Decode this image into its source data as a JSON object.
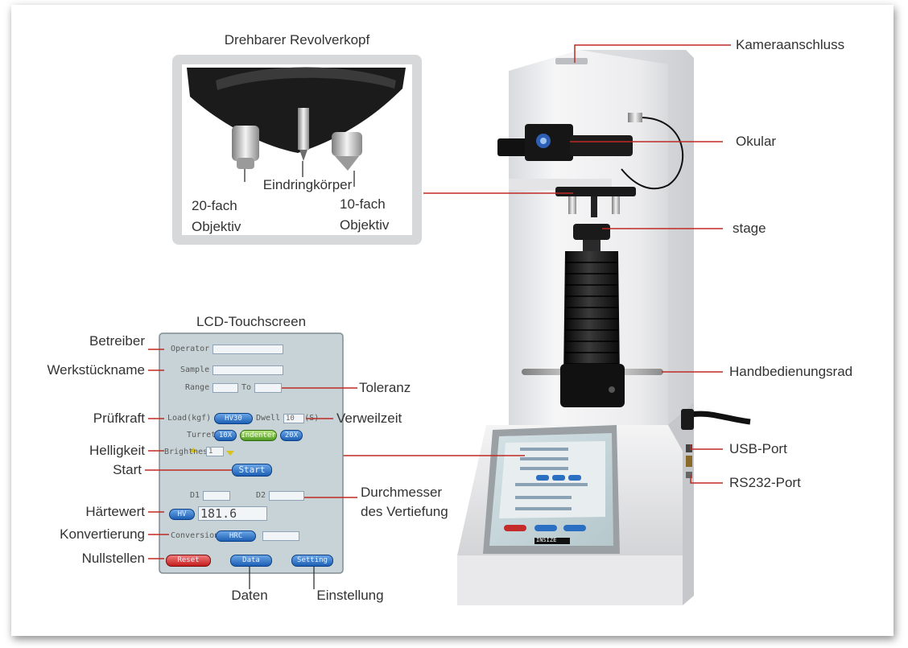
{
  "callouts": {
    "turret_title": "Drehbarer Revolverkopf",
    "indenter": "Eindringkörper",
    "obj20_line1": "20-fach",
    "obj20_line2": "Objektiv",
    "obj10_line1": "10-fach",
    "obj10_line2": "Objektiv",
    "camera_port": "Kameraanschluss",
    "eyepiece": "Okular",
    "stage": "stage",
    "handwheel": "Handbedienungsrad",
    "usb_port": "USB-Port",
    "rs232_port": "RS232-Port",
    "lcd_title": "LCD-Touchscreen",
    "operator": "Betreiber",
    "sample_name": "Werkstückname",
    "tolerance": "Toleranz",
    "test_force": "Prüfkraft",
    "dwell_time": "Verweilzeit",
    "brightness": "Helligkeit",
    "start": "Start",
    "diameter_line1": "Durchmesser",
    "diameter_line2": "des Vertiefung",
    "hardness": "Härtewert",
    "conversion": "Konvertierung",
    "reset": "Nullstellen",
    "data": "Daten",
    "settings": "Einstellung"
  },
  "screen": {
    "operator_label": "Operator",
    "sample_label": "Sample",
    "range_label": "Range",
    "range_to": "To",
    "load_label": "Load(kgf)",
    "load_value": "HV30",
    "dwell_label": "Dwell Time(S)",
    "dwell_value": "10",
    "turret_label": "Turret",
    "turret_btn1": "10X",
    "turret_btn2": "Indenter",
    "turret_btn3": "20X",
    "brightness_label": "Brightness",
    "brightness_value": "1",
    "start_button": "Start",
    "d1_label": "D1",
    "d2_label": "D2",
    "hv_button": "HV",
    "hardness_value": "181.6",
    "conversion_label": "Conversion",
    "conversion_button": "HRC",
    "reset_button": "Reset",
    "data_button": "Data",
    "setting_button": "Setting"
  },
  "device": {
    "brand": "INSIZE"
  }
}
